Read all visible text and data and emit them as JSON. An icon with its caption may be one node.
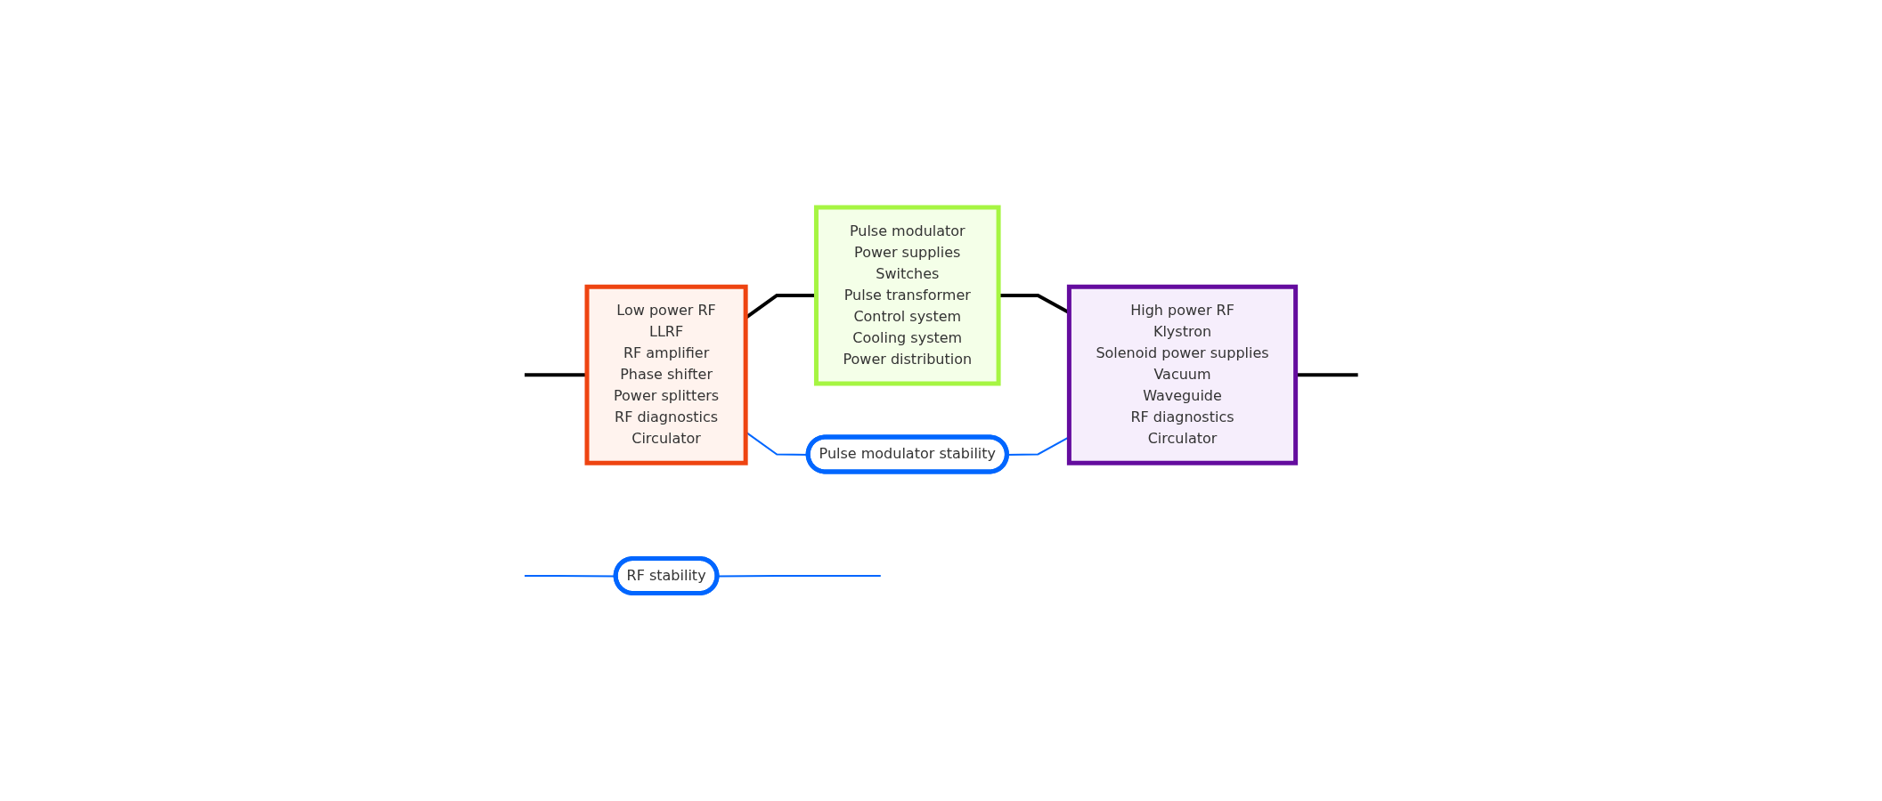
{
  "diagram": {
    "nodes": [
      {
        "text": [
          "Low power RF",
          "LLRF",
          "RF amplifier",
          "Phase shifter",
          "Power splitters",
          "RF diagnostics",
          "Circulator"
        ]
      },
      {
        "text": [
          "Pulse modulator",
          "Power supplies",
          "Switches",
          "Pulse transformer",
          "Control system",
          "Cooling system",
          "Power distribution"
        ]
      },
      {
        "text": [
          "High power RF",
          "Klystron",
          "Solenoid power supplies",
          "Vacuum",
          "Waveguide",
          "RF diagnostics",
          "Circulator"
        ]
      },
      {
        "text": [
          "Pulse modulator stability"
        ]
      },
      {
        "text": [
          "RF stability"
        ]
      }
    ],
    "edges": [
      {
        "from": null,
        "to": 0,
        "arrow": "none"
      },
      {
        "from": 0,
        "to": 1,
        "arrow": "none"
      },
      {
        "from": 1,
        "to": 2,
        "arrow": "none"
      },
      {
        "from": 2,
        "to": null,
        "arrow": "none"
      },
      {
        "from": 0,
        "to": 3,
        "arrow": "none",
        "color": "#0066ff"
      },
      {
        "from": 3,
        "to": 2,
        "arrow": "none",
        "color": "#0066ff"
      },
      {
        "from": null,
        "to": 4,
        "arrow": "none",
        "color": "#0066ff"
      },
      {
        "from": 4,
        "to": null,
        "arrow": "none",
        "color": "#0066ff"
      }
    ]
  }
}
